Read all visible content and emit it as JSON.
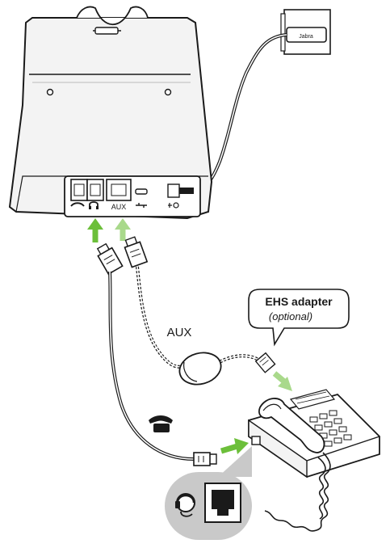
{
  "labels": {
    "base_port_aux": "AUX",
    "cable_aux": "AUX",
    "wall_adapter_brand": "Jabra"
  },
  "callout": {
    "title": "EHS adapter",
    "subtitle": "(optional)"
  },
  "icons": {
    "phone_port": "handset-icon",
    "headset_port": "headset-icon",
    "usb_port": "usb-icon",
    "power_port": "power-icon",
    "handset_cable": "telephone-icon",
    "detail_headset": "headset-icon",
    "detail_port": "rj-port-icon"
  },
  "colors": {
    "line": "#1a1a1a",
    "arrow_strong": "#6cbf3a",
    "arrow_light": "#a9d98b",
    "detail_bg": "#c9c9c9",
    "base_shade": "#f3f3f3"
  }
}
